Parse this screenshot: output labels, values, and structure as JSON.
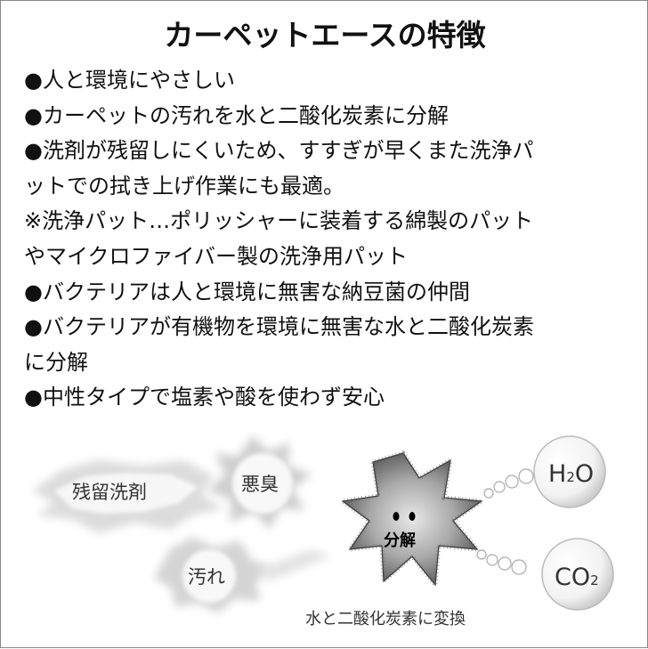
{
  "title": "カーペットエースの特徴",
  "lines": [
    "●人と環境にやさしい",
    "●カーペットの汚れを水と二酸化炭素に分解",
    "●洗剤が残留しにくいため、すすぎが早くまた洗浄パ",
    "ットでの拭き上げ作業にも最適。",
    "※洗浄パット…ポリッシャーに装着する綿製のパット",
    "やマイクロファイバー製の洗浄用パット",
    "●バクテリアは人と環境に無害な納豆菌の仲間",
    "●バクテリアが有機物を環境に無害な水と二酸化炭素",
    "に分解",
    "●中性タイプで塩素や酸を使わず安心"
  ],
  "diagram": {
    "residue": "残留洗剤",
    "odor": "悪臭",
    "dirt": "汚れ",
    "decompose": "分解",
    "h2o_h": "H",
    "h2o_2": "2",
    "h2o_o": "O",
    "co2_co": "CO",
    "co2_2": "2",
    "caption": "水と二酸化炭素に変換"
  }
}
